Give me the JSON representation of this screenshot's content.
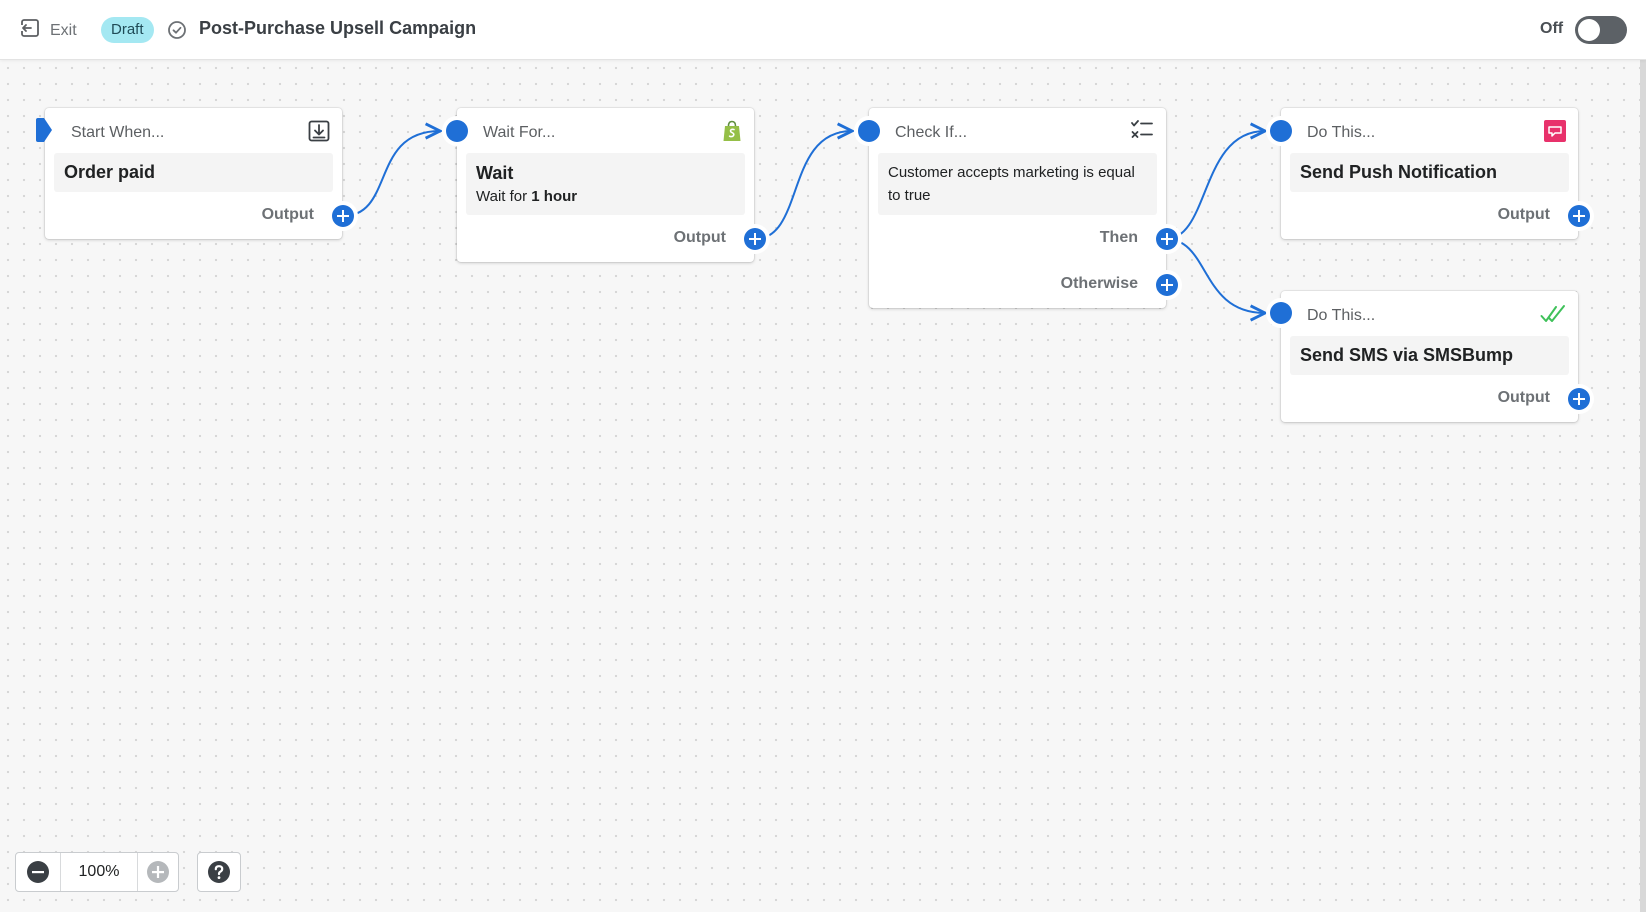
{
  "header": {
    "exit_label": "Exit",
    "status_badge": "Draft",
    "workflow_title": "Post-Purchase Upsell Campaign",
    "toggle_label": "Off",
    "toggle_on": false
  },
  "nodes": {
    "trigger": {
      "heading": "Start When...",
      "icon": "download-icon",
      "title": "Order paid",
      "port_output": "Output"
    },
    "wait": {
      "heading": "Wait For...",
      "icon": "shopify-bag-icon",
      "title": "Wait",
      "detail_prefix": "Wait for",
      "detail_value": "1 hour",
      "port_output": "Output"
    },
    "condition": {
      "heading": "Check If...",
      "icon": "checklist-icon",
      "text": "Customer accepts marketing is equal to true",
      "port_then": "Then",
      "port_otherwise": "Otherwise"
    },
    "action_push": {
      "heading": "Do This...",
      "icon": "push-notification-icon",
      "title": "Send Push Notification",
      "port_output": "Output"
    },
    "action_sms": {
      "heading": "Do This...",
      "icon": "double-check-icon",
      "title": "Send SMS via SMSBump",
      "port_output": "Output"
    }
  },
  "zoom": {
    "value": "100%"
  },
  "colors": {
    "accent": "#1f6fd6",
    "badge_bg": "#a4e8f2",
    "shopify_green": "#95bf47",
    "push_icon": "#e8316b",
    "sms_icon": "#3fc15a"
  }
}
